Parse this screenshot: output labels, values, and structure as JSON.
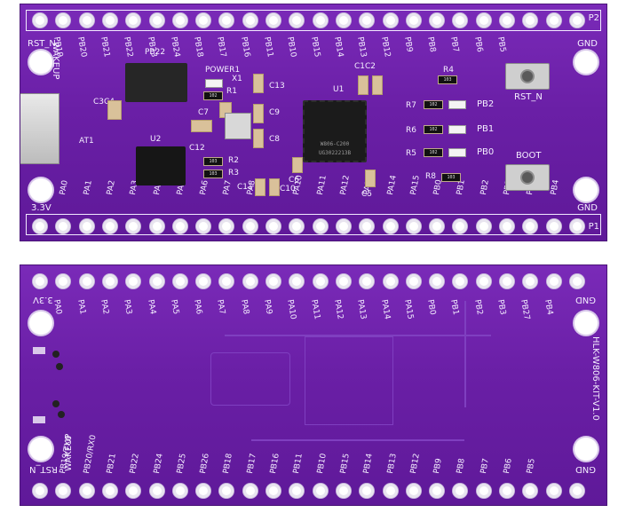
{
  "front": {
    "header_top": "P2",
    "header_bottom": "P1",
    "top_labels": [
      "RST_N",
      "PB19",
      "PB20",
      "PB21",
      "PB22",
      "PB23",
      "PB24",
      "PB18",
      "PB17",
      "PB16",
      "PB11",
      "PB10",
      "PB15",
      "PB14",
      "PB13",
      "PB12",
      "PB9",
      "PB8",
      "PB7",
      "PB6",
      "PB5",
      "GND"
    ],
    "bottom_labels": [
      "3.3V",
      "PA0",
      "PA1",
      "PA2",
      "PA3",
      "PA4",
      "PA5",
      "PA6",
      "PA7",
      "PA8",
      "PA9",
      "PA10",
      "PA11",
      "PA12",
      "PA13",
      "PA14",
      "PA15",
      "PB0",
      "PB1",
      "PB2",
      "PB3",
      "PB27",
      "PB4",
      "GND"
    ],
    "wakeup": "WAKEUP",
    "components": {
      "c3c4": "C3C4",
      "at1": "AT1",
      "u2": "U2",
      "power1": "POWER1",
      "r1": "R1",
      "x1": "X1",
      "c7": "C7",
      "c12": "C12",
      "c13": "C13",
      "c9": "C9",
      "c8": "C8",
      "r2": "R2",
      "r3": "R3",
      "c11": "C11",
      "c6": "C6",
      "c10": "C10",
      "u1": "U1",
      "chip_line1": "W806-C200",
      "chip_line2": "UG3022213B",
      "c1c2": "C1C2",
      "c5": "C5",
      "r4": "R4",
      "r7": "R7",
      "r6": "R6",
      "r5": "R5",
      "r8": "R8",
      "pb2": "PB2",
      "pb1": "PB1",
      "pb0": "PB0",
      "rst_n": "RST_N",
      "boot": "BOOT",
      "res_code": "103",
      "res_code_102": "102"
    }
  },
  "back": {
    "top_labels": [
      "3.3V",
      "PA0",
      "PA1",
      "PA2",
      "PA3",
      "PA4",
      "PA5",
      "PA6",
      "PA7",
      "PA8",
      "PA9",
      "PA10",
      "PA11",
      "PA12",
      "PA13",
      "PA14",
      "PA15",
      "PB0",
      "PB1",
      "PB2",
      "PB3",
      "PB27",
      "PB4",
      "GND"
    ],
    "bottom_labels": [
      "RST_N",
      "PB19/TX0",
      "PB20/RX0",
      "PB21",
      "PB22",
      "PB24",
      "PB25",
      "PB26",
      "PB18",
      "PB17",
      "PB16",
      "PB11",
      "PB10",
      "PB15",
      "PB14",
      "PB13",
      "PB12",
      "PB9",
      "PB8",
      "PB7",
      "PB6",
      "PB5",
      "GND"
    ],
    "wakeup": "WAKEUP",
    "model": "HLK-W806-KIT-V1.0"
  }
}
